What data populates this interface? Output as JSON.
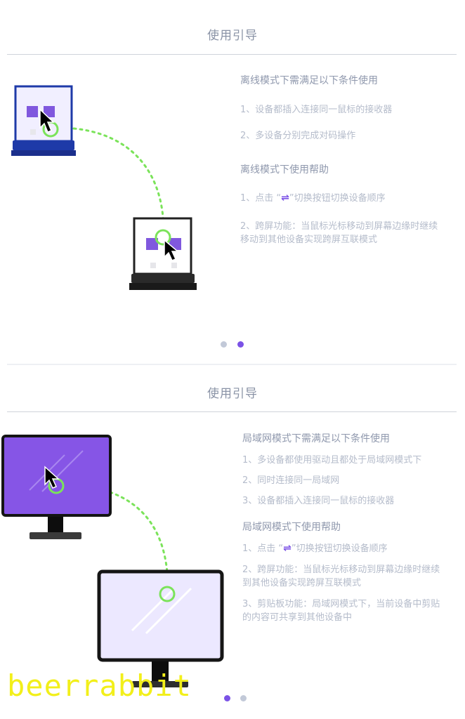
{
  "panel1": {
    "title": "使用引导",
    "req_heading": "离线模式下需满足以下条件使用",
    "req_items": [
      "1、设备都插入连接同一鼠标的接收器",
      "2、多设备分别完成对码操作"
    ],
    "help_heading": "离线模式下使用帮助",
    "help_click_pre": "1、点击 “",
    "help_click_icon": "⇌",
    "help_click_post": "”切换按钮切换设备顺序",
    "help_cross_line1": "2、跨屏功能：当鼠标光标移动到屏幕边缘时继续",
    "help_cross_line2": "移动到其他设备实现跨屏互联模式",
    "pager_active_index": 1,
    "pager_count": 2
  },
  "panel2": {
    "title": "使用引导",
    "req_heading": "局域网模式下需满足以下条件使用",
    "req_items": [
      "1、多设备都使用驱动且都处于局域网模式下",
      "2、同时连接同一局域网",
      "3、设备都插入连接同一鼠标的接收器"
    ],
    "help_heading": "局域网模式下使用帮助",
    "help_click_pre": "1、点击 “",
    "help_click_icon": "⇌",
    "help_click_post": "”切换按钮切换设备顺序",
    "help_cross_line1": "2、跨屏功能：当鼠标光标移动到屏幕边缘时继续",
    "help_cross_line2": "到其他设备实现跨屏互联模式",
    "help_clip_line1": "3、剪贴板功能：局域网模式下，当前设备中剪贴",
    "help_clip_line2": "的内容可共享到其他设备中",
    "pager_active_index": 0,
    "pager_count": 2
  },
  "watermark": "beerrabbit",
  "colors": {
    "accent": "#7b52e6",
    "laptop_blue": "#1e3aa8",
    "cursor_ring": "#7be35a",
    "text_heading": "#8f98ad",
    "text_body": "#b5bccb"
  },
  "icons": {
    "cursor": "cursor-arrow-icon",
    "swap": "swap-arrows-icon"
  }
}
